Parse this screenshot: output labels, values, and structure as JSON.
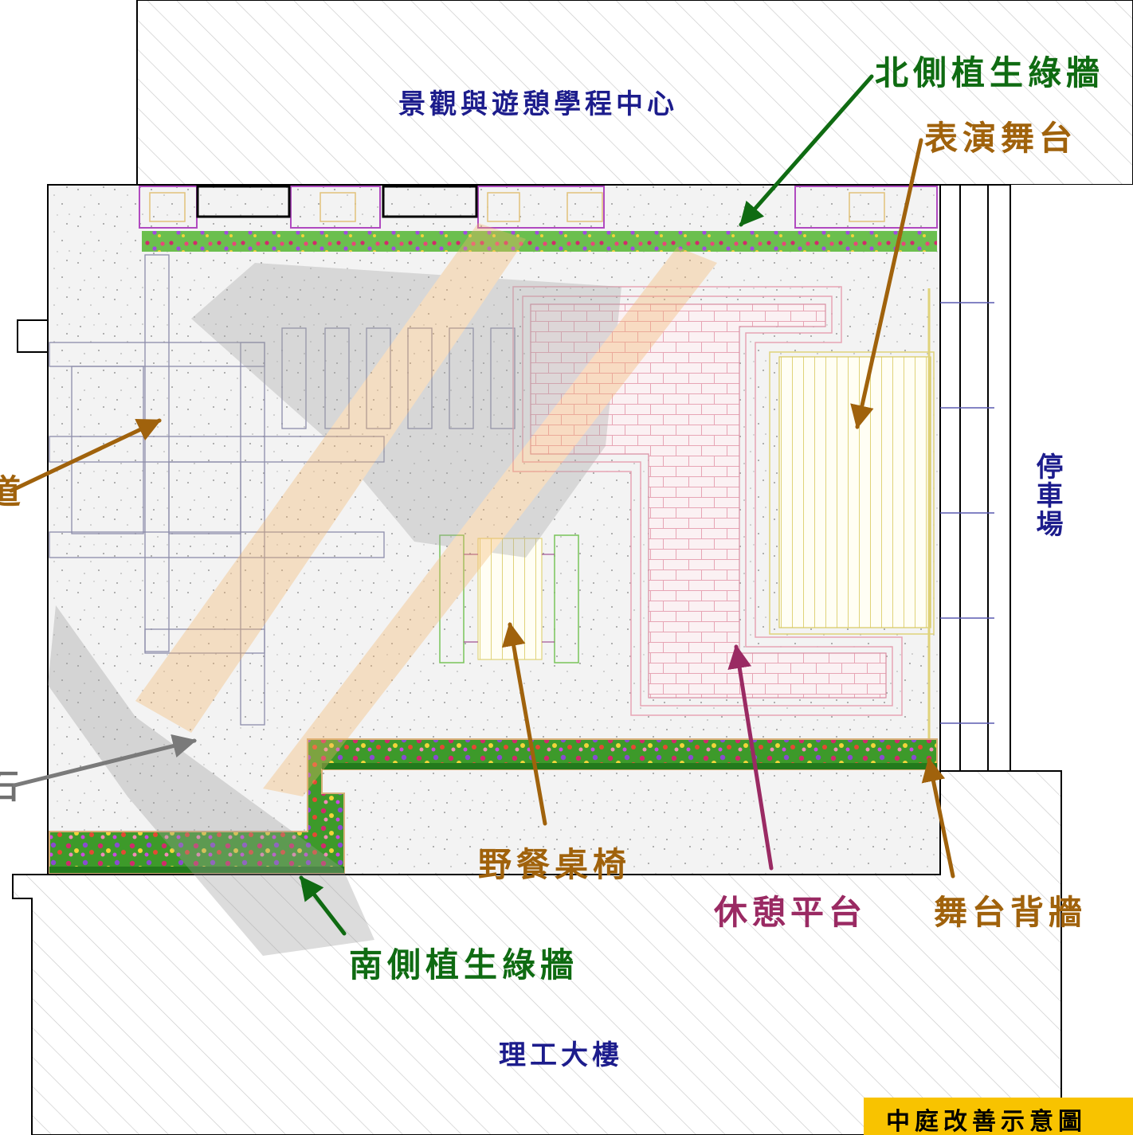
{
  "labels": {
    "center": "景觀與遊憩學程中心",
    "north_wall": "北側植生綠牆",
    "stage": "表演舞台",
    "parking": "停車場",
    "left_path_fragment": "道",
    "left_paving_fragment": "石",
    "picnic": "野餐桌椅",
    "rest_platform": "休憩平台",
    "stage_back_wall": "舞台背牆",
    "south_wall": "南側植生綠牆",
    "science_building": "理工大樓",
    "title": "中庭改善示意圖"
  },
  "colors": {
    "label_blue": "#1c1c8c",
    "green": "#0f6b12",
    "brown": "#a0620c",
    "purple": "#9a2a63",
    "grey": "#707070",
    "title_bg": "#f8c300",
    "platform_pink": "#e7a5b5",
    "stage_yellow": "#e0d37a"
  }
}
